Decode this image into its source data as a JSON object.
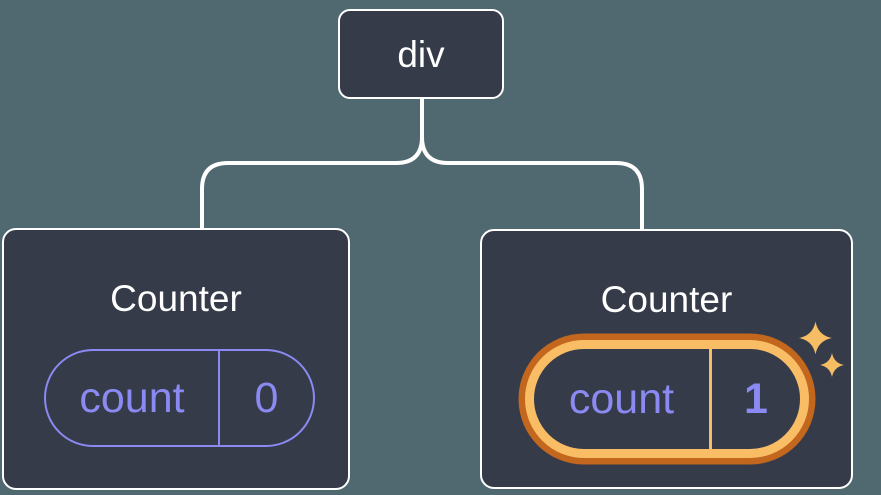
{
  "canvas": {
    "background": "#506870",
    "description": "React render-tree diagram: a div parent with two Counter children; second Counter state highlighted"
  },
  "palette": {
    "card_bg": "#353B48",
    "border_white": "#FFFFFF",
    "purple": "#8A8AF2",
    "orange_light": "#F9BD66",
    "orange_dark": "#C2671D",
    "sparkle": "#F6BE64"
  },
  "tree": {
    "root": {
      "label": "div"
    },
    "children": [
      {
        "title": "Counter",
        "highlighted": false,
        "state": {
          "label": "count",
          "value": "0"
        }
      },
      {
        "title": "Counter",
        "highlighted": true,
        "badge": "sparkles",
        "state": {
          "label": "count",
          "value": "1"
        }
      }
    ]
  }
}
